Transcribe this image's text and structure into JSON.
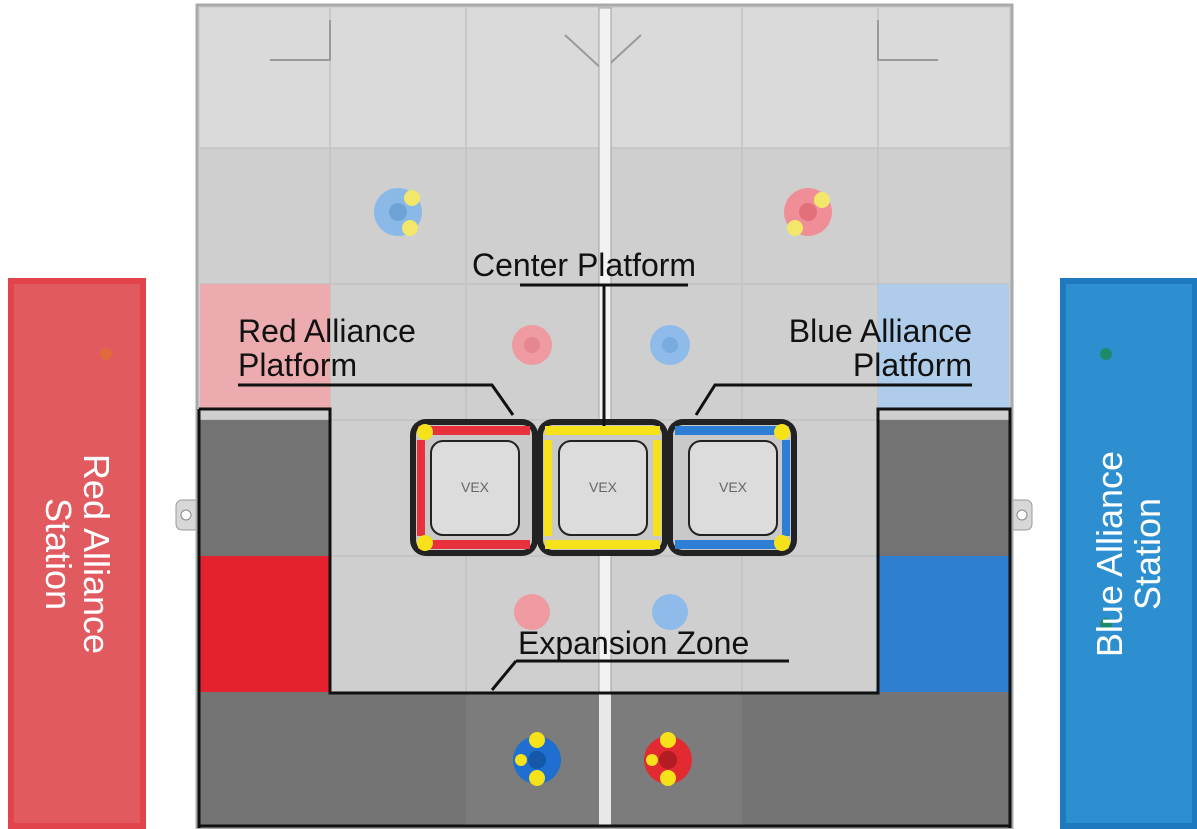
{
  "labels": {
    "center_platform": "Center Platform",
    "red_alliance_platform": "Red Alliance\nPlatform",
    "blue_alliance_platform": "Blue Alliance\nPlatform",
    "expansion_zone": "Expansion Zone",
    "red_alliance_station": "Red Alliance\nStation",
    "blue_alliance_station": "Blue Alliance\nStation"
  },
  "colors": {
    "red": "#e8313c",
    "blue": "#2d7fd6",
    "yellow": "#f2e51c",
    "field_gray": "#cdcdcd",
    "dark_zone": "#6b6b6b"
  }
}
